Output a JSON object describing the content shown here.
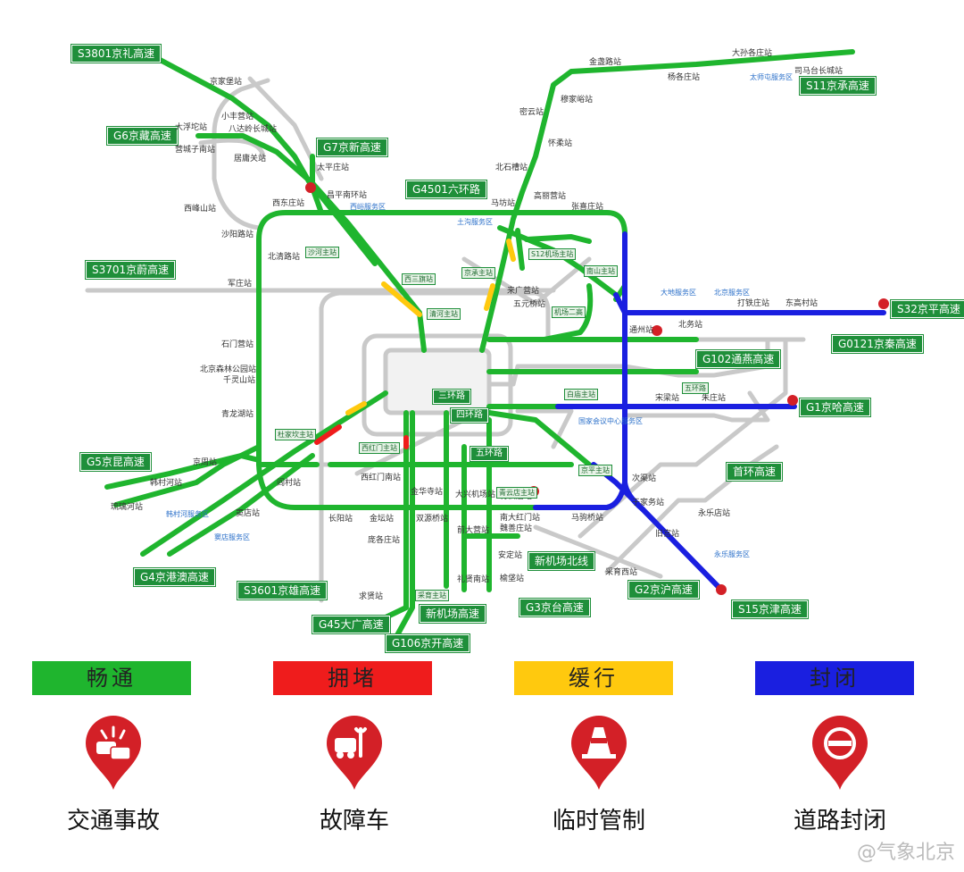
{
  "highways": [
    {
      "id": "s3801",
      "label": "S3801京礼高速"
    },
    {
      "id": "s11",
      "label": "S11京承高速"
    },
    {
      "id": "g6",
      "label": "G6京藏高速"
    },
    {
      "id": "g7",
      "label": "G7京新高速"
    },
    {
      "id": "g4501",
      "label": "G4501六环路"
    },
    {
      "id": "s3701",
      "label": "S3701京蔚高速"
    },
    {
      "id": "s32",
      "label": "S32京平高速"
    },
    {
      "id": "g0121",
      "label": "G0121京秦高速"
    },
    {
      "id": "g102",
      "label": "G102通燕高速"
    },
    {
      "id": "g1",
      "label": "G1京哈高速"
    },
    {
      "id": "g5",
      "label": "G5京昆高速"
    },
    {
      "id": "shouhuan",
      "label": "首环高速"
    },
    {
      "id": "g4",
      "label": "G4京港澳高速"
    },
    {
      "id": "s3601",
      "label": "S3601京雄高速"
    },
    {
      "id": "xinjichang_bei",
      "label": "新机场北线"
    },
    {
      "id": "g2",
      "label": "G2京沪高速"
    },
    {
      "id": "g3",
      "label": "G3京台高速"
    },
    {
      "id": "xinjichang",
      "label": "新机场高速"
    },
    {
      "id": "s15",
      "label": "S15京津高速"
    },
    {
      "id": "g45",
      "label": "G45大广高速"
    },
    {
      "id": "g106",
      "label": "G106京开高速"
    }
  ],
  "rings": {
    "r3": "三环路",
    "r4": "四环路",
    "r5": "五环路"
  },
  "stations": [
    "京家堡站",
    "小丰营站",
    "八达岭长城站",
    "大浮坨站",
    "营城子南站",
    "居庸关站",
    "太平庄站",
    "西峰山站",
    "昌平南环站",
    "西东庄站",
    "沙阳路站",
    "北清路站",
    "军庄站",
    "石门营站",
    "北京森林公园站",
    "千灵山站",
    "青龙湖站",
    "京周站",
    "韩村河站",
    "阎村站",
    "窦店站",
    "琉璃河站",
    "金盏路站",
    "穆家峪站",
    "密云站",
    "怀柔站",
    "北石槽站",
    "高丽营站",
    "马坊站",
    "张喜庄站",
    "大孙各庄站",
    "司马台长城站",
    "杨各庄站",
    "北务站",
    "打铁庄站",
    "东高村站",
    "通州站",
    "宋梁站",
    "于家务站",
    "永乐店站",
    "马驹桥站",
    "采育西站",
    "朱庄站",
    "来广营站",
    "五元桥站",
    "西红门南站",
    "金华寺站",
    "庞各庄站",
    "大兴机场站",
    "礼贤南站",
    "长阳站",
    "金坛站",
    "青云店站",
    "南大红门站",
    "安定站",
    "求贤站",
    "双源桥站",
    "榆垡站",
    "前大营站",
    "魏善庄站",
    "次渠站",
    "旧宫站"
  ],
  "services": [
    "土沟服务区",
    "西峪服务区",
    "大地服务区",
    "北京服务区",
    "韩村河服务区",
    "窦店服务区",
    "永乐服务区",
    "太师屯服务区",
    "国家会议中心服务区"
  ],
  "tolls": [
    "沙河主站",
    "西三旗站",
    "京承主站",
    "S12机场主站",
    "南山主站",
    "机场二高",
    "清河主站",
    "白庙主站",
    "杜家坎主站",
    "西红门主站",
    "青云店主站",
    "采育主站",
    "京平主站",
    "五环路"
  ],
  "legend": [
    {
      "label": "畅通",
      "color": "#1fb52e"
    },
    {
      "label": "拥堵",
      "color": "#ef1c1c"
    },
    {
      "label": "缓行",
      "color": "#ffc90e"
    },
    {
      "label": "封闭",
      "color": "#1a1fe0"
    }
  ],
  "icons": [
    {
      "name": "traffic-accident-icon",
      "label": "交通事故"
    },
    {
      "name": "broken-down-vehicle-icon",
      "label": "故障车"
    },
    {
      "name": "temporary-control-icon",
      "label": "临时管制"
    },
    {
      "name": "road-closure-icon",
      "label": "道路封闭"
    }
  ],
  "watermark": "@气象北京",
  "colors": {
    "smooth": "#1fb52e",
    "congested": "#ef1c1c",
    "slow": "#ffc90e",
    "closed": "#1a1fe0",
    "label_bg": "#1f8f3a",
    "minor_road": "#c9c9c9",
    "pin": "#d32027"
  }
}
